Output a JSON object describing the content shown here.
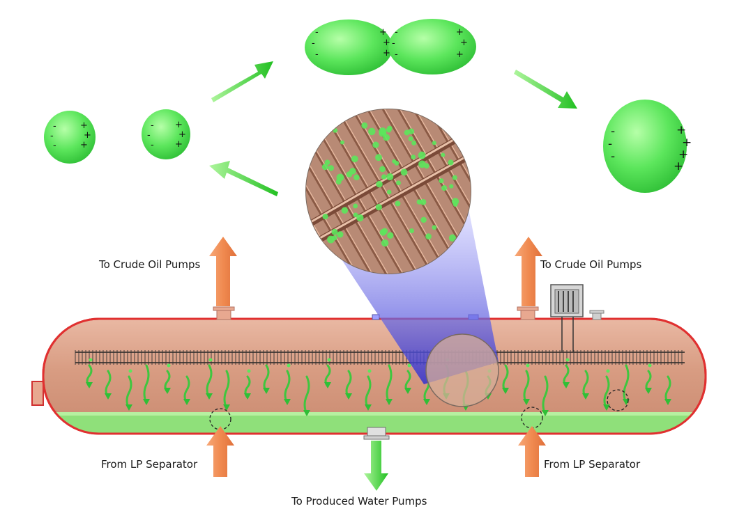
{
  "labels": {
    "crude_oil_left": "To Crude Oil Pumps",
    "crude_oil_right": "To Crude Oil Pumps",
    "lp_separator_left": "From LP Separator",
    "lp_separator_right": "From LP Separator",
    "produced_water": "To Produced Water Pumps"
  },
  "droplet_charges": {
    "negative": "-",
    "positive": "+"
  },
  "colors": {
    "vessel_fill": "#d89c82",
    "vessel_outline": "#e03030",
    "water_layer": "#8fe07a",
    "droplet": "#5ce65c",
    "process_arrow": "#f08a50",
    "water_arrow": "#33cc33",
    "magnifier_beam": "#4a4adf"
  },
  "icons": [
    "crude-oil-outlet-arrow-icon",
    "lp-separator-inlet-arrow-icon",
    "produced-water-outlet-arrow-icon",
    "transformer-icon",
    "electrode-grid-icon",
    "magnifier-icon",
    "coalescence-arrow-icon"
  ]
}
